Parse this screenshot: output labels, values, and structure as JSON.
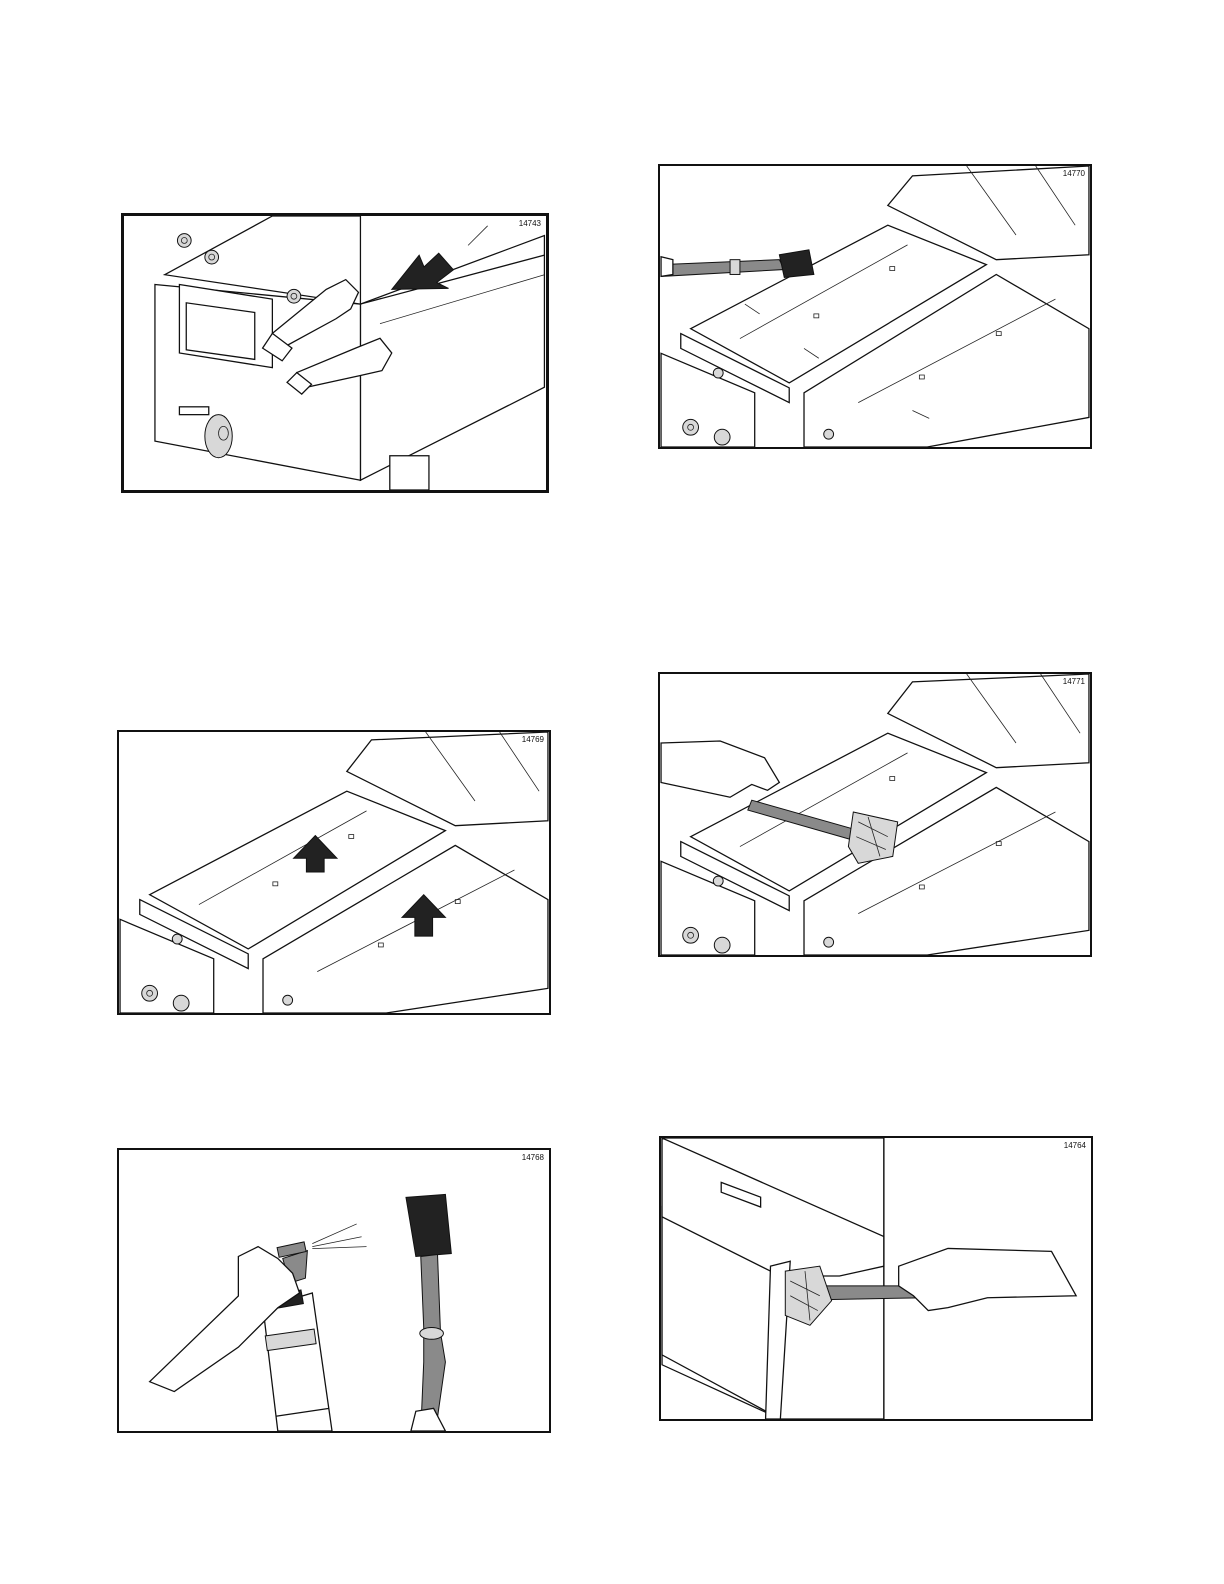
{
  "figures": [
    {
      "id": "fig-14743",
      "number": "14743"
    },
    {
      "id": "fig-14770",
      "number": "14770"
    },
    {
      "id": "fig-14769",
      "number": "14769"
    },
    {
      "id": "fig-14771",
      "number": "14771"
    },
    {
      "id": "fig-14768",
      "number": "14768"
    },
    {
      "id": "fig-14764",
      "number": "14764"
    }
  ]
}
